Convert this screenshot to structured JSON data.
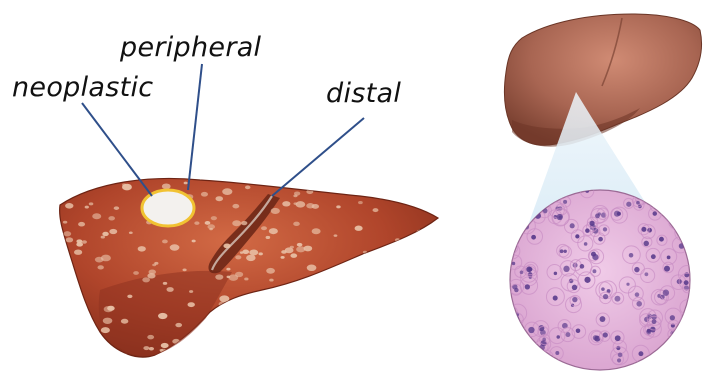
{
  "labels": {
    "neoplastic": "neoplastic",
    "peripheral": "peripheral",
    "distal": "distal"
  },
  "colors": {
    "liver_base": "#b0452b",
    "liver_dark": "#7e2a18",
    "liver_light": "#cf6a45",
    "nodule": "#e9c2a8",
    "tumor_fill": "#f3f1ee",
    "tumor_ring": "#f1c232",
    "callout_line": "#2f4f8a",
    "gross_liver": "#a86552",
    "gross_liver_light": "#c98a76",
    "zoom_cone": "#d9ecf7",
    "histology_bg": "#e8b8dc",
    "histology_nucleus": "#5a3b8c",
    "histology_cell_edge": "#c98fc5"
  },
  "icons": {
    "diseased_liver": "liver-illustration",
    "normal_liver": "liver-illustration",
    "magnifier": "zoom-cone",
    "tissue": "histology-circle"
  }
}
